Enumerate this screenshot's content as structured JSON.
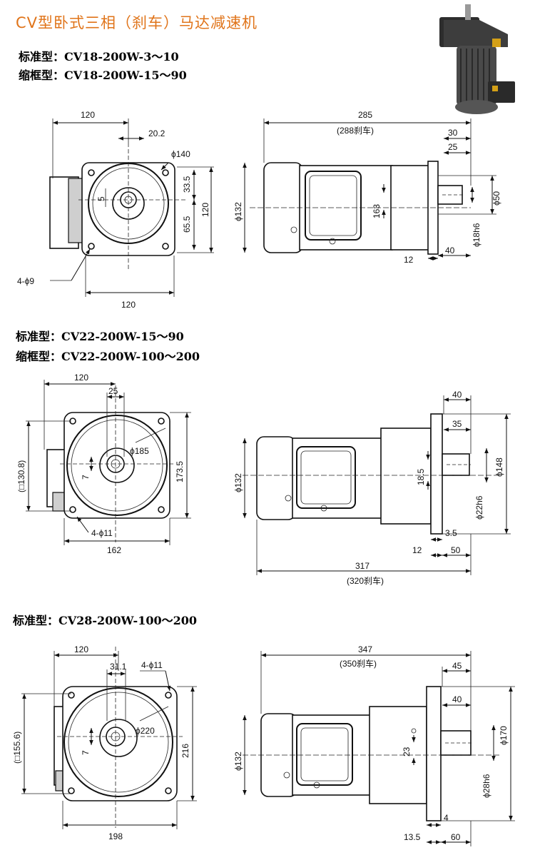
{
  "page": {
    "title": "CV型卧式三相（刹车）马达减速机"
  },
  "sections": [
    {
      "standard_label": "标准型：CV18-200W-3～10",
      "compact_label": "缩框型：CV18-200W-15～90",
      "front": {
        "w120_top": "120",
        "d20_2": "20.2",
        "phi140": "ϕ140",
        "d33_5": "33.5",
        "d65_5": "65.5",
        "h120": "120",
        "d5": "5",
        "holes": "4-ϕ9",
        "w120_bottom": "120"
      },
      "side": {
        "total": "285",
        "brake": "(288刹车)",
        "d30": "30",
        "d25": "25",
        "phi132": "ϕ132",
        "d163": "163",
        "phi50": "ϕ50",
        "phi18h6": "ϕ18h6",
        "d12": "12",
        "d40": "40"
      }
    },
    {
      "standard_label": "标准型：CV22-200W-15～90",
      "compact_label": "缩框型：CV22-200W-100～200",
      "front": {
        "w120": "120",
        "d25": "25",
        "phi185": "ϕ185",
        "sq130_8": "(□130.8)",
        "h173_5": "173.5",
        "d7": "7",
        "holes": "4-ϕ11",
        "w162": "162"
      },
      "side": {
        "d40": "40",
        "d35": "35",
        "phi132": "ϕ132",
        "d18_5": "18.5",
        "phi148": "ϕ148",
        "phi22h6": "ϕ22h6",
        "d3_5": "3.5",
        "d12": "12",
        "d50": "50",
        "total": "317",
        "brake": "(320刹车)"
      }
    },
    {
      "standard_label": "标准型：CV28-200W-100～200",
      "front": {
        "w120": "120",
        "d31_1": "31.1",
        "holes": "4-ϕ11",
        "phi220": "ϕ220",
        "sq155_6": "(□155.6)",
        "h216": "216",
        "d7": "7",
        "w198": "198"
      },
      "side": {
        "total": "347",
        "brake": "(350刹车)",
        "d45": "45",
        "d40": "40",
        "phi132": "ϕ132",
        "d23": "23",
        "phi170": "ϕ170",
        "phi28h6": "ϕ28h6",
        "d4": "4",
        "d13_5": "13.5",
        "d60": "60"
      }
    }
  ],
  "colors": {
    "title": "#e0741a",
    "line": "#111111",
    "motor_photo": "#3a3a3a"
  }
}
